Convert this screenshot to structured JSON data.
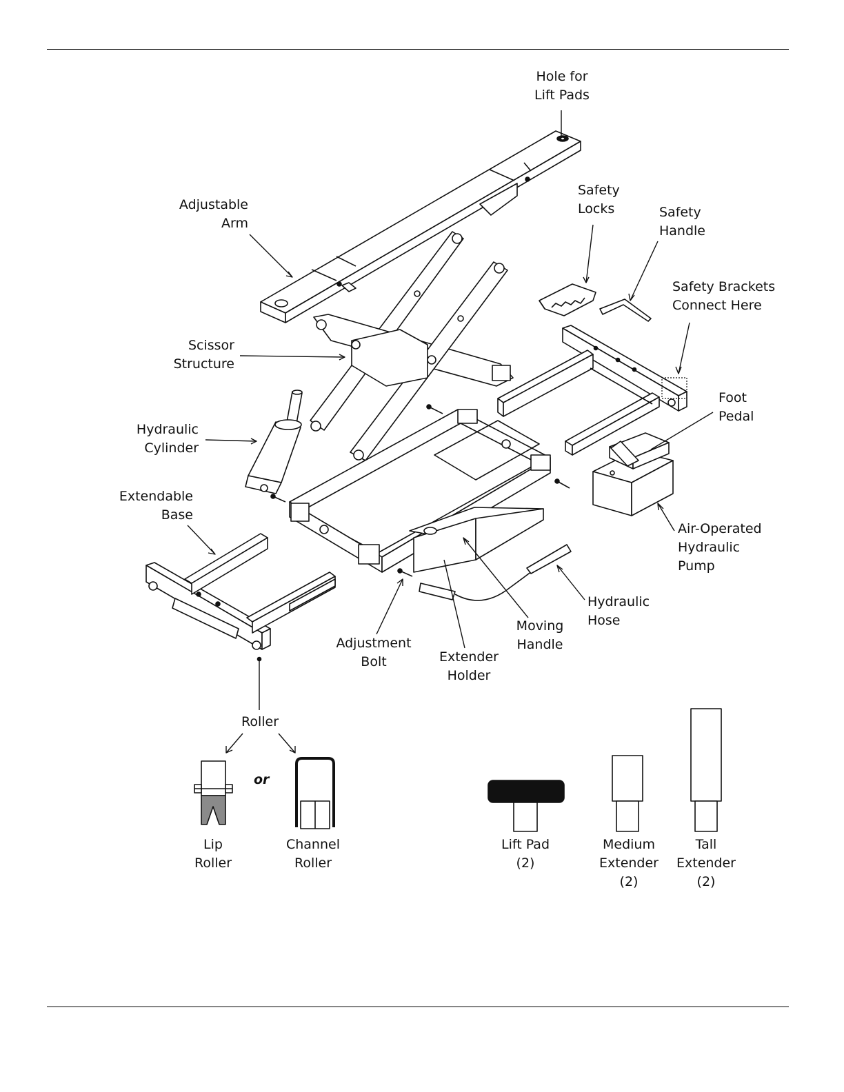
{
  "labels": {
    "hole_for_lift_pads": [
      "Hole for",
      "Lift Pads"
    ],
    "adjustable_arm": [
      "Adjustable",
      "Arm"
    ],
    "safety_locks": [
      "Safety",
      "Locks"
    ],
    "safety_handle": [
      "Safety",
      "Handle"
    ],
    "safety_brackets": [
      "Safety Brackets",
      "Connect Here"
    ],
    "scissor_structure": [
      "Scissor",
      "Structure"
    ],
    "hydraulic_cylinder": [
      "Hydraulic",
      "Cylinder"
    ],
    "foot_pedal": [
      "Foot",
      "Pedal"
    ],
    "extendable_base": [
      "Extendable",
      "Base"
    ],
    "air_operated_pump": [
      "Air-Operated",
      "Hydraulic",
      "Pump"
    ],
    "hydraulic_hose": [
      "Hydraulic",
      "Hose"
    ],
    "moving_handle": [
      "Moving",
      "Handle"
    ],
    "adjustment_bolt": [
      "Adjustment",
      "Bolt"
    ],
    "extender_holder": [
      "Extender",
      "Holder"
    ],
    "roller": "Roller",
    "or": "or",
    "lip_roller": [
      "Lip",
      "Roller"
    ],
    "channel_roller": [
      "Channel",
      "Roller"
    ],
    "lift_pad": [
      "Lift Pad",
      "(2)"
    ],
    "medium_extender": [
      "Medium",
      "Extender",
      "(2)"
    ],
    "tall_extender": [
      "Tall",
      "Extender",
      "(2)"
    ]
  }
}
